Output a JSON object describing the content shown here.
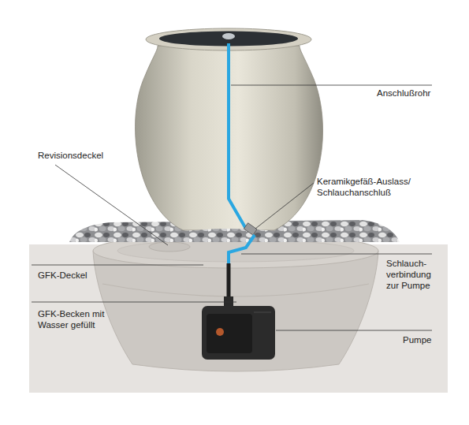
{
  "diagram": {
    "labels": [
      "Anschlußrohr",
      "Revisionsdeckel",
      "Keramikgefäß-Auslass/ Schlauchanschluß",
      "GFK-Deckel",
      "Schlauch- verbindung zur Pumpe",
      "GFK-Becken mit Wasser gefüllt",
      "Pumpe"
    ]
  }
}
